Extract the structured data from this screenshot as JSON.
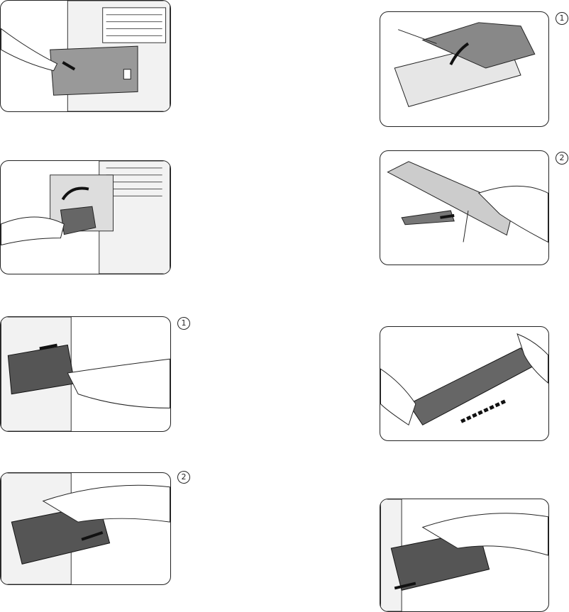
{
  "steps": {
    "step3_sub1": "1",
    "step3_sub2": "2",
    "step5_sub1": "1",
    "step5_sub2": "2"
  }
}
